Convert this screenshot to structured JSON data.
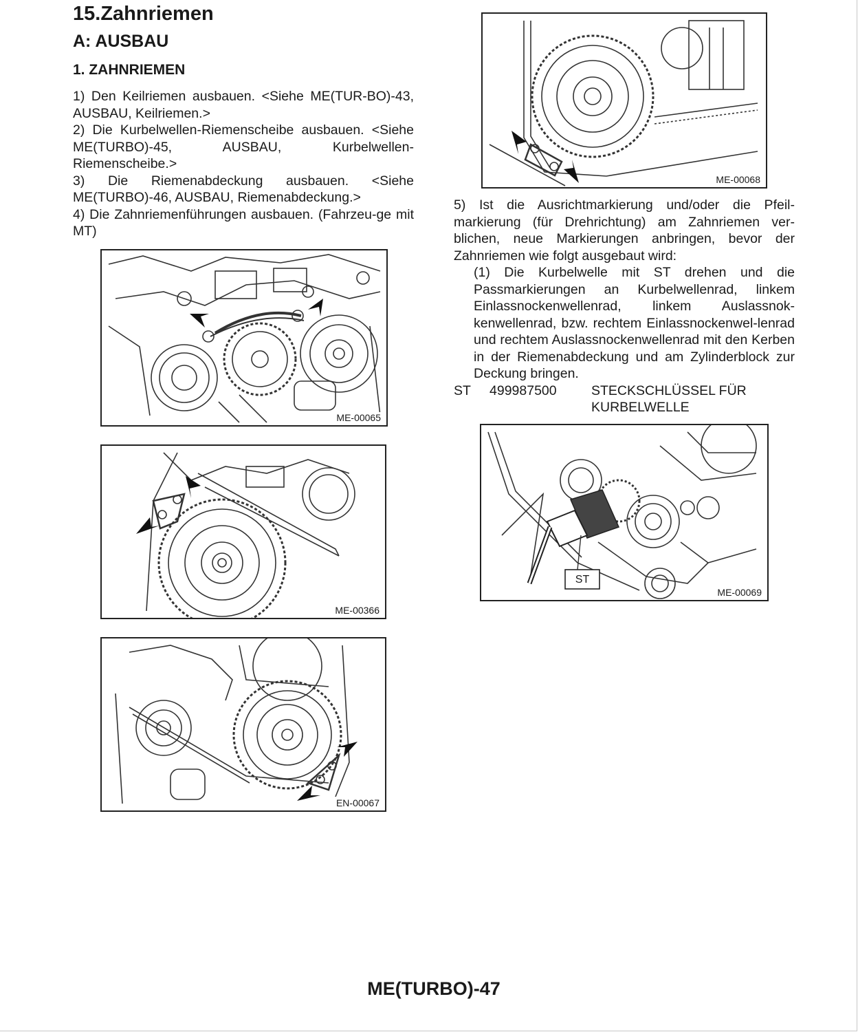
{
  "section_title": "15.Zahnriemen",
  "subsection_title": "A:  AUSBAU",
  "item_title": "1.  ZAHNRIEMEN",
  "steps": [
    "1) Den Keilriemen ausbauen. <Siehe ME(TUR-BO)-43, AUSBAU, Keilriemen.>",
    "2) Die Kurbelwellen-Riemenscheibe ausbauen. <Siehe ME(TURBO)-45, AUSBAU, Kurbelwellen-Riemenscheibe.>",
    "3) Die Riemenabdeckung ausbauen. <Siehe ME(TURBO)-46, AUSBAU, Riemenabdeckung.>",
    "4) Die Zahnriemenführungen ausbauen. (Fahrzeu-ge mit MT)"
  ],
  "step5": "5) Ist die Ausrichtmarkierung und/oder die Pfeil-markierung (für Drehrichtung) am Zahnriemen ver-blichen, neue Markierungen anbringen, bevor der Zahnriemen wie folgt ausgebaut wird:",
  "step5_sub1": "(1) Die Kurbelwelle mit ST drehen und die Passmarkierungen an Kurbelwellenrad, linkem Einlassnockenwellenrad, linkem Auslassnok-kenwellenrad, bzw. rechtem Einlassnockenwel-lenrad und rechtem Auslassnockenwellenrad mit den Kerben in der Riemenabdeckung und am Zylinderblock zur Deckung bringen.",
  "special_tool": {
    "label": "ST",
    "number": "499987500",
    "name": "STECKSCHLÜSSEL FÜR KURBELWELLE"
  },
  "figures": {
    "fig1": "ME-00065",
    "fig2": "ME-00366",
    "fig3": "EN-00067",
    "fig4": "ME-00068",
    "fig5": "ME-00069",
    "fig5_callout": "ST"
  },
  "footer_page": "ME(TURBO)-47"
}
